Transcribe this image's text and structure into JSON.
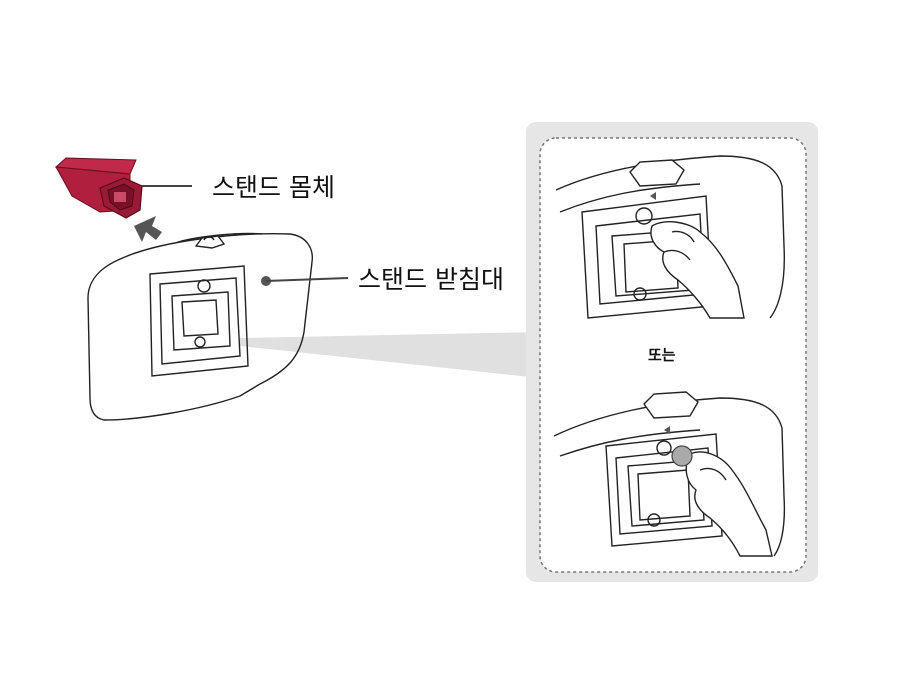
{
  "labels": {
    "stand_body": "스탠드 몸체",
    "stand_base": "스탠드 받침대",
    "or": "또는"
  },
  "colors": {
    "stand_body": "#b01f3e",
    "stand_body_dark": "#7a1028",
    "inset_panel": "#e6e6e6",
    "line": "#222222",
    "arrow": "#555555",
    "coin": "#aaaaaa"
  }
}
